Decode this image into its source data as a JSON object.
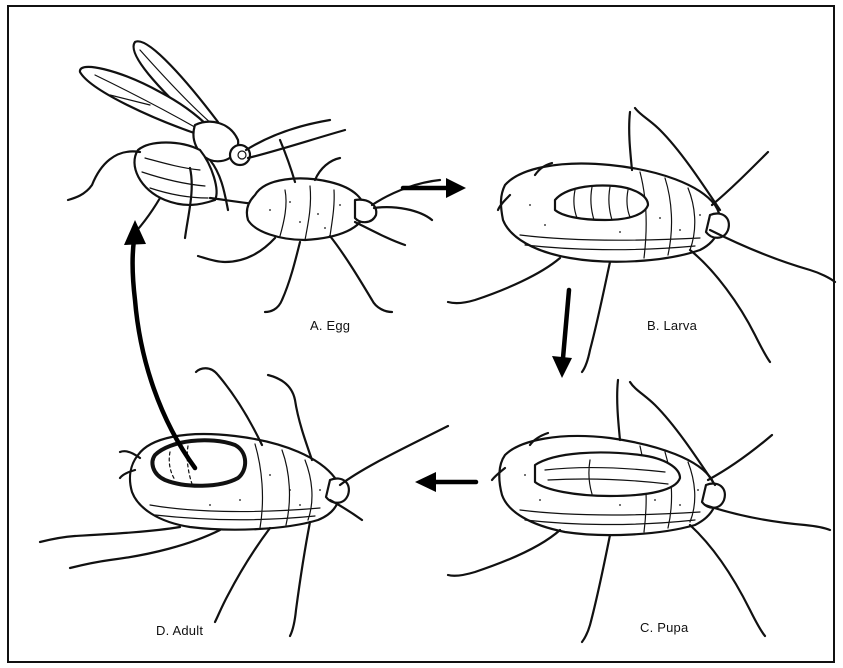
{
  "figure": {
    "stages": [
      {
        "id": "egg",
        "label": "A. Egg"
      },
      {
        "id": "larva",
        "label": "B. Larva"
      },
      {
        "id": "pupa",
        "label": "C. Pupa"
      },
      {
        "id": "adult",
        "label": "D. Adult"
      }
    ],
    "cycle_order": [
      "egg",
      "larva",
      "pupa",
      "adult",
      "egg"
    ]
  }
}
